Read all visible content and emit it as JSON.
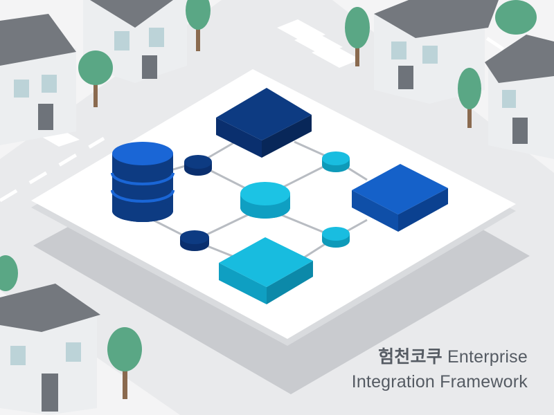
{
  "caption": {
    "korean_prefix": "험천코쿠",
    "line1": "Enterprise",
    "line2": "Integration Framework"
  },
  "colors": {
    "background": "#e9eaec",
    "road": "#dcdee1",
    "sidewalk": "#f4f4f5",
    "platform": "#ffffff",
    "navy": "#0d3b82",
    "blue": "#1561c9",
    "cyan": "#14b4d8",
    "connector": "#b8bcc2",
    "house_wall": "#eceef0",
    "house_roof": "#74787e",
    "window": "#bcd3d8",
    "tree": "#5aa785",
    "trunk": "#8a6a4f",
    "text": "#555b63"
  },
  "icons": {
    "database": "database-cylinder-icon",
    "hub": "hub-node-icon",
    "module": "service-block-icon"
  }
}
